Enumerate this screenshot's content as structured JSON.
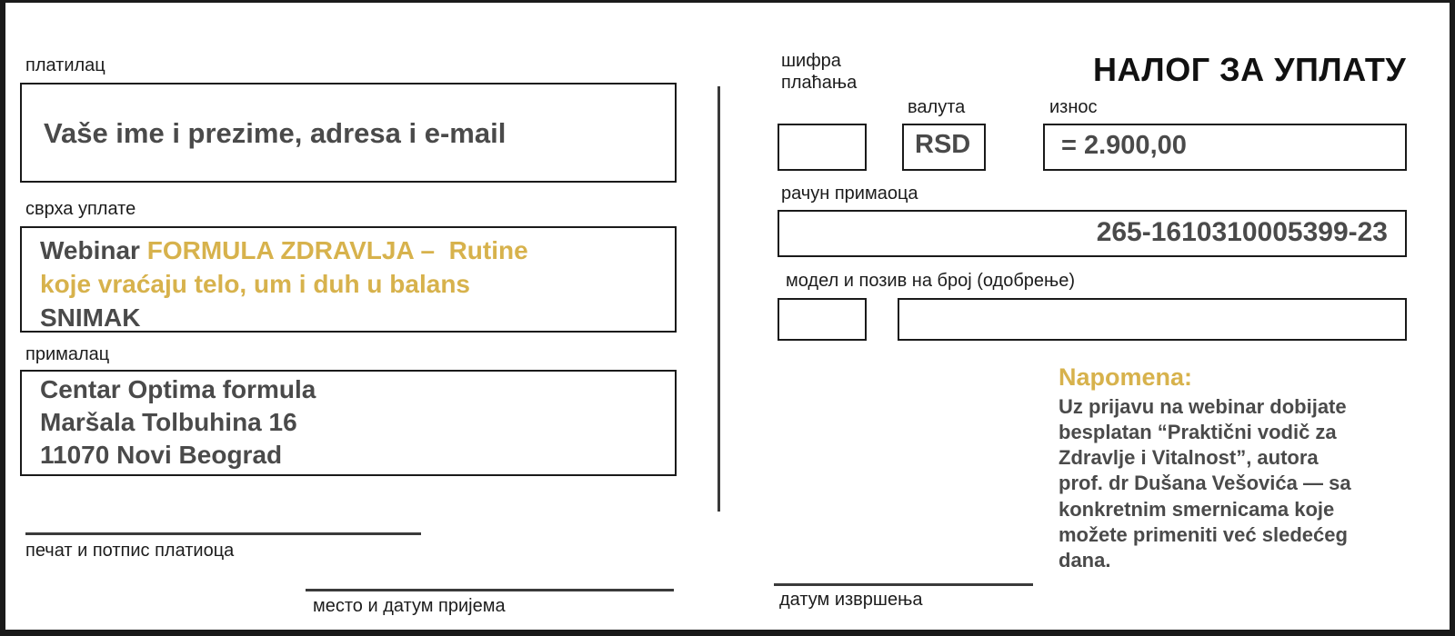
{
  "document": {
    "title": "НАЛОГ ЗА УПЛАТУ",
    "accent_color": "#d7b24c",
    "text_color": "#4a4a4a"
  },
  "left": {
    "payer": {
      "caption": "платилац",
      "value": "Vaše ime i prezime, adresa i e-mail"
    },
    "purpose": {
      "caption": "сврха уплате",
      "line1_prefix": "Webinar ",
      "line1_accent": "FORMULA ZDRAVLJA –  Rutine",
      "line2_accent": "koje vraćaju telo, um i duh u balans",
      "line3": "SNIMAK"
    },
    "recipient": {
      "caption": "прималац",
      "line1": "Centar Optima formula",
      "line2": "Maršala Tolbuhina 16",
      "line3": "11070 Novi Beograd"
    },
    "stamp_caption": "печат и потпис платиоца",
    "place_caption": "место и датум пријема"
  },
  "right": {
    "payment_code": {
      "caption_line1": "шифра",
      "caption_line2": "плаћања",
      "value": ""
    },
    "currency": {
      "caption": "валута",
      "value": "RSD"
    },
    "amount": {
      "caption": "износ",
      "value": "= 2.900,00"
    },
    "account": {
      "caption": "рачун примаоца",
      "value": "265-1610310005399-23"
    },
    "reference": {
      "caption": "модел и позив на број (одобрење)",
      "model_value": "",
      "number_value": ""
    },
    "execution_caption": "датум извршења",
    "note": {
      "title": "Napomena:",
      "body": "Uz prijavu na webinar dobijate\nbesplatan “Praktični vodič za\nZdravlje i Vitalnost”, autora\nprof. dr Dušana Vešovića — sa\nkonkretnim smernicama koje\nmožete primeniti već sledećeg\ndana."
    }
  }
}
